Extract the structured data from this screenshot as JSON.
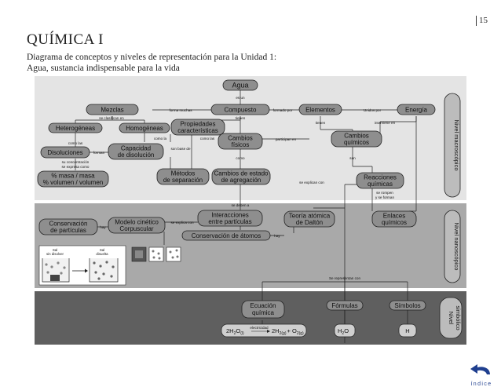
{
  "page": {
    "number": "15",
    "title": "QUÍMICA I",
    "subtitle_line1": "Diagrama de conceptos y niveles de representación para la Unidad 1:",
    "subtitle_line2": "Agua, sustancia indispensable para la vida"
  },
  "bands": {
    "macro": "Nivel macroscópico",
    "nano": "Nivel nanoscópico",
    "simb_1": "Nivel",
    "simb_2": "simbólico"
  },
  "nodes": {
    "agua": "Agua",
    "mezclas": "Mezclas",
    "compuesto": "Compuesto",
    "elementos": "Elementos",
    "energia": "Energía",
    "heterogeneas": "Heterogéneas",
    "homogeneas": "Homogéneas",
    "propiedades_1": "Propiedades",
    "propiedades_2": "características",
    "disoluciones": "Disoluciones",
    "capacidad_1": "Capacidad",
    "capacidad_2": "de disolución",
    "cambios_fisicos_1": "Cambios",
    "cambios_fisicos_2": "físicos",
    "cambios_quimicos_1": "Cambios",
    "cambios_quimicos_2": "químicos",
    "masa_1": "% masa / masa",
    "masa_2": "% volumen / volumen",
    "metodos_1": "Métodos",
    "metodos_2": "de separación",
    "cambios_estado_1": "Cambios de estado",
    "cambios_estado_2": "de agregación",
    "reacciones_1": "Reacciones",
    "reacciones_2": "químicas",
    "conservacion_particulas_1": "Conservación",
    "conservacion_particulas_2": "de partículas",
    "modelo_1": "Modelo cinético",
    "modelo_2": "Corpuscular",
    "interacciones_1": "Interacciones",
    "interacciones_2": "entre partículas",
    "teoria_1": "Teoría atómica",
    "teoria_2": "de Daltón",
    "enlaces_1": "Enlaces",
    "enlaces_2": "químicos",
    "conservacion_atomos": "Conservación de átomos",
    "ecuacion_1": "Ecuación",
    "ecuacion_2": "química",
    "formulas": "Fórmulas",
    "simbolos": "Símbolos",
    "sal_sin_1": "Sal",
    "sal_sin_2": "sin disolver",
    "sal_dis_1": "Sal",
    "sal_dis_2": "disuelta"
  },
  "edges": {
    "es_un": "es un",
    "forma_muchas": "forma muchas",
    "formado_por": "formado por",
    "unidos_por": "Unidos por",
    "se_clasifican_en": "se clasifican en",
    "tienen_1": "tienen",
    "tienen_2": "tienen",
    "interviene_en": "interviene en",
    "como_la": "como la",
    "como_las": "como las",
    "forman": "forman",
    "son_base_de": "son base de",
    "participan_en": "participan en",
    "conc_1": "su concentración",
    "conc_2": "se expresa como",
    "como": "como",
    "son": "son",
    "se_explican_con": "se explican con",
    "se_rompen": "se rompen",
    "y_se_forman": "y se forman",
    "se_deben_a": "se deben a",
    "hay_1": "hay",
    "se_explica_con": "se explica con",
    "hay_2": "hay",
    "se_representan_con": "Se representan con"
  },
  "symbolic": {
    "equation_left": "2H",
    "equation_left_sub": "2",
    "equation_o": "O",
    "equation_state": "(l)",
    "equation_condition": "electricidad",
    "equation_right": "2H",
    "equation_right_sub": "2(g)",
    "equation_plus": "+ O",
    "equation_o2_sub": "2(g)",
    "formula": "H",
    "formula_sub": "2",
    "formula_o": "O",
    "symbol": "H"
  },
  "footer": {
    "indice": "índice"
  },
  "colors": {
    "band_macro": "#e5e5e5",
    "band_nano": "#a8a8a8",
    "band_simb": "#5e5e5e",
    "node_fill": "#909090",
    "indice_blue": "#1f3f8f"
  }
}
